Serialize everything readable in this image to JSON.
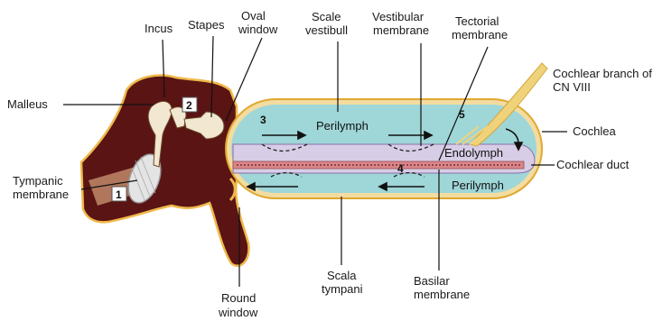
{
  "labels": {
    "incus": "Incus",
    "stapes": "Stapes",
    "oval_window_1": "Oval",
    "oval_window_2": "window",
    "scale_vestibuli_1": "Scale",
    "scale_vestibuli_2": "vestibull",
    "vestibular_membrane_1": "Vestibular",
    "vestibular_membrane_2": "membrane",
    "tectorial_membrane_1": "Tectorial",
    "tectorial_membrane_2": "membrane",
    "cochlear_branch_1": "Cochlear branch of",
    "cochlear_branch_2": "CN VIII",
    "malleus": "Malleus",
    "cochlea": "Cochlea",
    "cochlear_duct": "Cochlear duct",
    "tympanic_membrane_1": "Tympanic",
    "tympanic_membrane_2": "membrane",
    "round_window_1": "Round",
    "round_window_2": "window",
    "scala_tympani_1": "Scala",
    "scala_tympani_2": "tympani",
    "basilar_membrane_1": "Basilar",
    "basilar_membrane_2": "membrane",
    "perilymph_top": "Perilymph",
    "endolymph": "Endolymph",
    "perilymph_bottom": "Perilymph"
  },
  "steps": [
    "1",
    "2",
    "3",
    "4",
    "5"
  ],
  "colors": {
    "bone": "#5a1414",
    "bone_outline": "#f0b84a",
    "fluid": "#9fd6d8",
    "duct": "#d7cde6",
    "basilar": "#d9868a",
    "nerve": "#f0d27a"
  }
}
